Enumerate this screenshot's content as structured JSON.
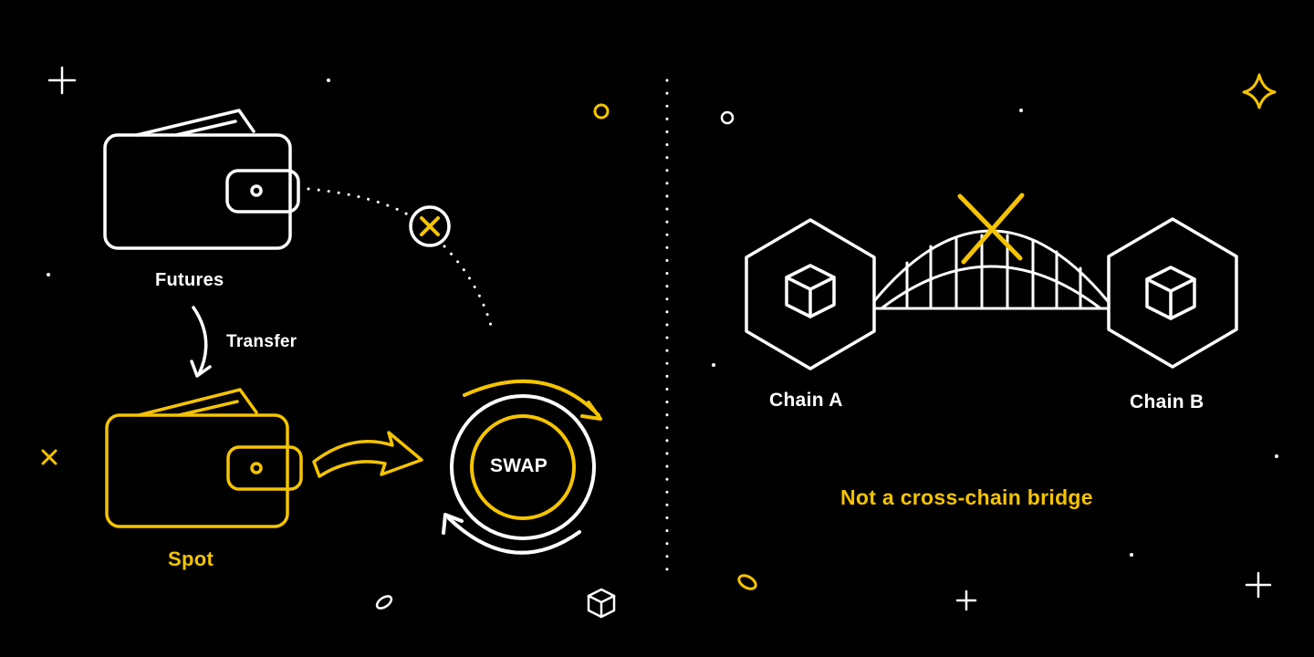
{
  "colors": {
    "background": "#000000",
    "stroke": "#ffffff",
    "accent": "#f5c400"
  },
  "left_panel": {
    "futures_wallet": {
      "label": "Futures",
      "icon": "wallet-icon"
    },
    "transfer_label": "Transfer",
    "spot_wallet": {
      "label": "Spot",
      "icon": "wallet-icon"
    },
    "swap_label": "SWAP",
    "blocked_icon": "x-circle-icon"
  },
  "right_panel": {
    "chain_a": {
      "label": "Chain A",
      "icon": "cube-icon"
    },
    "chain_b": {
      "label": "Chain B",
      "icon": "cube-icon"
    },
    "bridge_icon": "bridge-icon",
    "blocked_icon": "x-icon",
    "caption": "Not a cross-chain bridge"
  }
}
